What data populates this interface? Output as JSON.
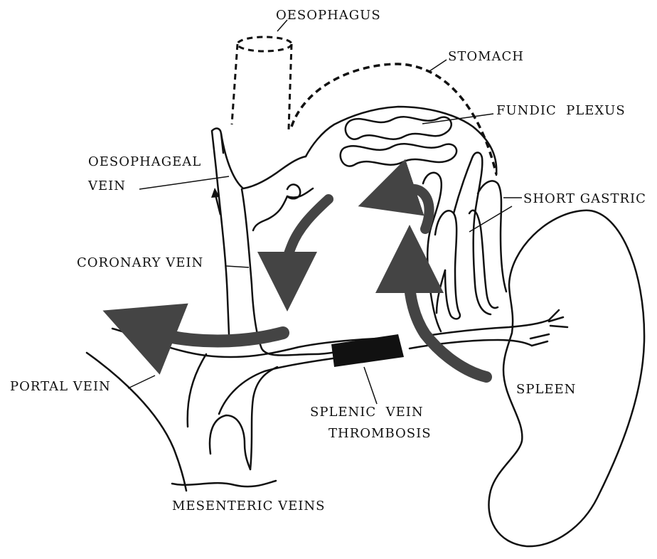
{
  "diagram": {
    "labels": {
      "oesophagus": "OESOPHAGUS",
      "stomach": "STOMACH",
      "fundic_plexus": "FUNDIC  PLEXUS",
      "oesophageal_vein_line1": "OESOPHAGEAL",
      "oesophageal_vein_line2": "VEIN",
      "short_gastric": "SHORT GASTRIC",
      "coronary_vein": "CORONARY VEIN",
      "portal_vein": "PORTAL VEIN",
      "spleen": "SPLEEN",
      "splenic_vein_thrombosis_line1": "SPLENIC  VEIN",
      "splenic_vein_thrombosis_line2": "THROMBOSIS",
      "mesenteric_veins": "MESENTERIC VEINS"
    },
    "colors": {
      "outline": "#111111",
      "flow_arrow": "#444444",
      "black_arrow": "#000000",
      "background": "#ffffff"
    }
  }
}
